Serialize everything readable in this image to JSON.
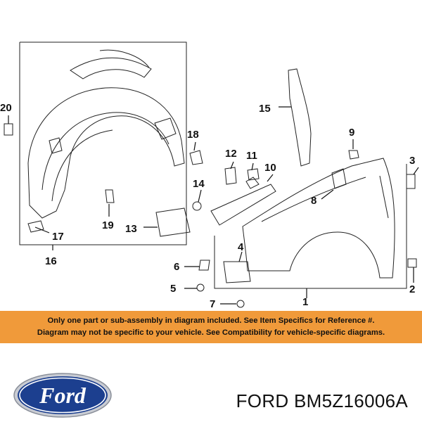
{
  "callouts": {
    "c1": "1",
    "c2": "2",
    "c3": "3",
    "c4": "4",
    "c5": "5",
    "c6": "6",
    "c7": "7",
    "c8": "8",
    "c9": "9",
    "c10": "10",
    "c11": "11",
    "c12": "12",
    "c13": "13",
    "c14": "14",
    "c15": "15",
    "c16": "16",
    "c17": "17",
    "c18": "18",
    "c19": "19",
    "c20": "20"
  },
  "banner": {
    "line1": "Only one part or sub-assembly in diagram included. See Item Specifics for Reference #.",
    "line2": "Diagram may not be specific to your vehicle. See Compatibility for vehicle-specific diagrams."
  },
  "brand": {
    "logo_text": "Ford"
  },
  "part_label": "FORD BM5Z16006A",
  "colors": {
    "banner": "#f09a3a",
    "logo_blue": "#1c3f8f",
    "line": "#111111"
  }
}
